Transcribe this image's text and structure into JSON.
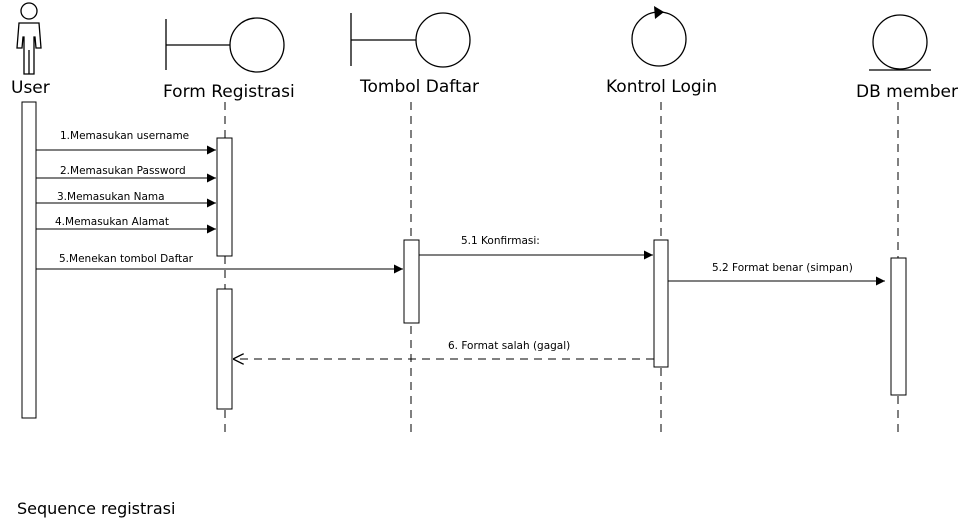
{
  "participants": {
    "user": {
      "label": "User",
      "kind": "actor"
    },
    "form": {
      "label": "Form Registrasi",
      "kind": "boundary"
    },
    "tombol": {
      "label": "Tombol Daftar",
      "kind": "boundary"
    },
    "kontrol": {
      "label": "Kontrol Login",
      "kind": "control"
    },
    "db": {
      "label": "DB member",
      "kind": "entity"
    }
  },
  "messages": {
    "m1": {
      "label": "1.Memasukan username",
      "from": "User",
      "to": "Form Registrasi",
      "style": "solid"
    },
    "m2": {
      "label": "2.Memasukan Password",
      "from": "User",
      "to": "Form Registrasi",
      "style": "solid"
    },
    "m3": {
      "label": "3.Memasukan Nama",
      "from": "User",
      "to": "Form Registrasi",
      "style": "solid"
    },
    "m4": {
      "label": "4.Memasukan Alamat",
      "from": "User",
      "to": "Form Registrasi",
      "style": "solid"
    },
    "m5": {
      "label": "5.Menekan tombol Daftar",
      "from": "User",
      "to": "Tombol Daftar",
      "style": "solid"
    },
    "m51": {
      "label": "5.1 Konfirmasi:",
      "from": "Tombol Daftar",
      "to": "Kontrol Login",
      "style": "solid"
    },
    "m52": {
      "label": "5.2 Format benar (simpan)",
      "from": "Kontrol Login",
      "to": "DB member",
      "style": "solid"
    },
    "m6": {
      "label": "6. Format salah (gagal)",
      "from": "Kontrol Login",
      "to": "Form Registrasi",
      "style": "dashed"
    }
  },
  "caption": "Sequence registrasi",
  "colors": {
    "stroke": "#000000",
    "background": "#ffffff"
  }
}
